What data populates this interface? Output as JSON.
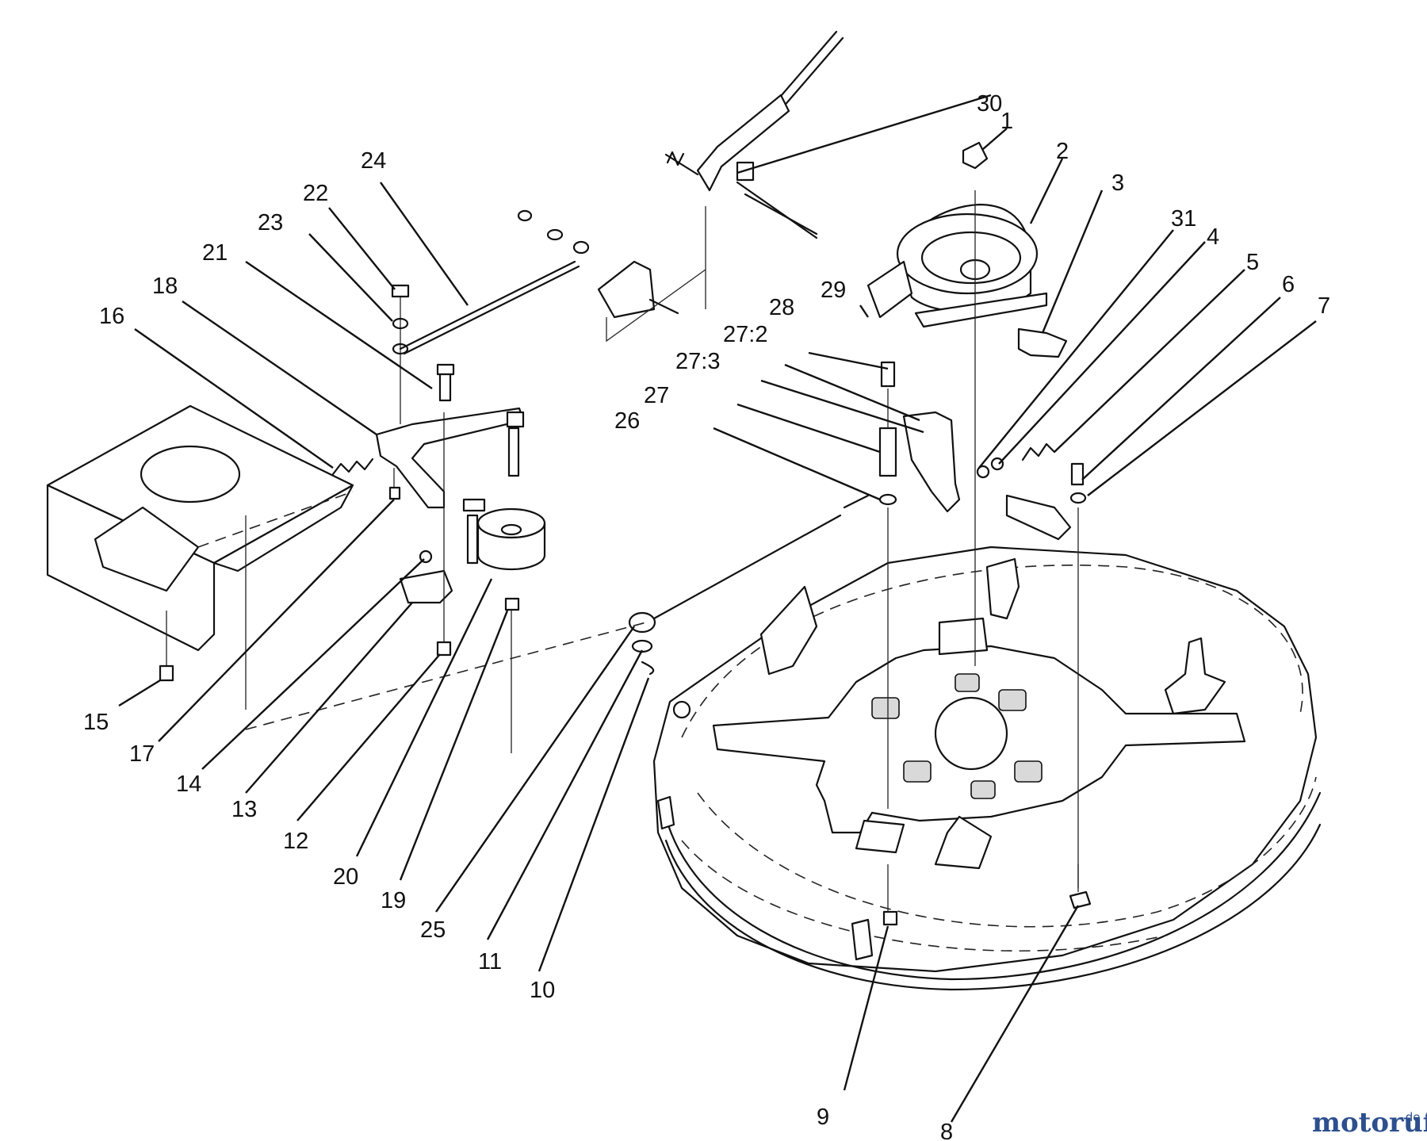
{
  "labels": {
    "p1": "1",
    "p2": "2",
    "p3": "3",
    "p4": "4",
    "p5": "5",
    "p6": "6",
    "p7": "7",
    "p8": "8",
    "p9": "9",
    "p10": "10",
    "p11": "11",
    "p12": "12",
    "p13": "13",
    "p14": "14",
    "p15": "15",
    "p16": "16",
    "p17": "17",
    "p18": "18",
    "p19": "19",
    "p20": "20",
    "p21": "21",
    "p22": "22",
    "p23": "23",
    "p24": "24",
    "p25": "25",
    "p26": "26",
    "p27": "27",
    "p27_2": "27:2",
    "p27_3": "27:3",
    "p28": "28",
    "p29": "29",
    "p30": "30",
    "p31": "31"
  },
  "watermark": {
    "brand": "motoruf",
    "tld": ".de"
  }
}
